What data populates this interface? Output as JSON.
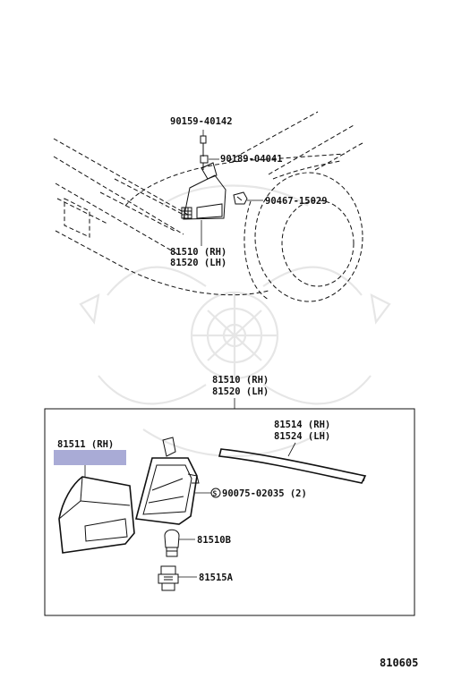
{
  "diagram": {
    "top_labels": {
      "bolt": "90159-40142",
      "nut": "90189-04041",
      "clip": "90467-15029",
      "lamp_rh": "81510 (RH)",
      "lamp_lh": "81520 (LH)"
    },
    "box_header": {
      "rh": "81510 (RH)",
      "lh": "81520 (LH)"
    },
    "box_labels": {
      "lens_rh": "81511 (RH)",
      "gasket_rh": "81514 (RH)",
      "gasket_lh": "81524 (LH)",
      "screw": "90075-02035 (2)",
      "bulb": "81510B",
      "socket": "81515A"
    },
    "screw_marker": "S",
    "figure_number": "810605",
    "highlight_color": "#a9abd6"
  }
}
